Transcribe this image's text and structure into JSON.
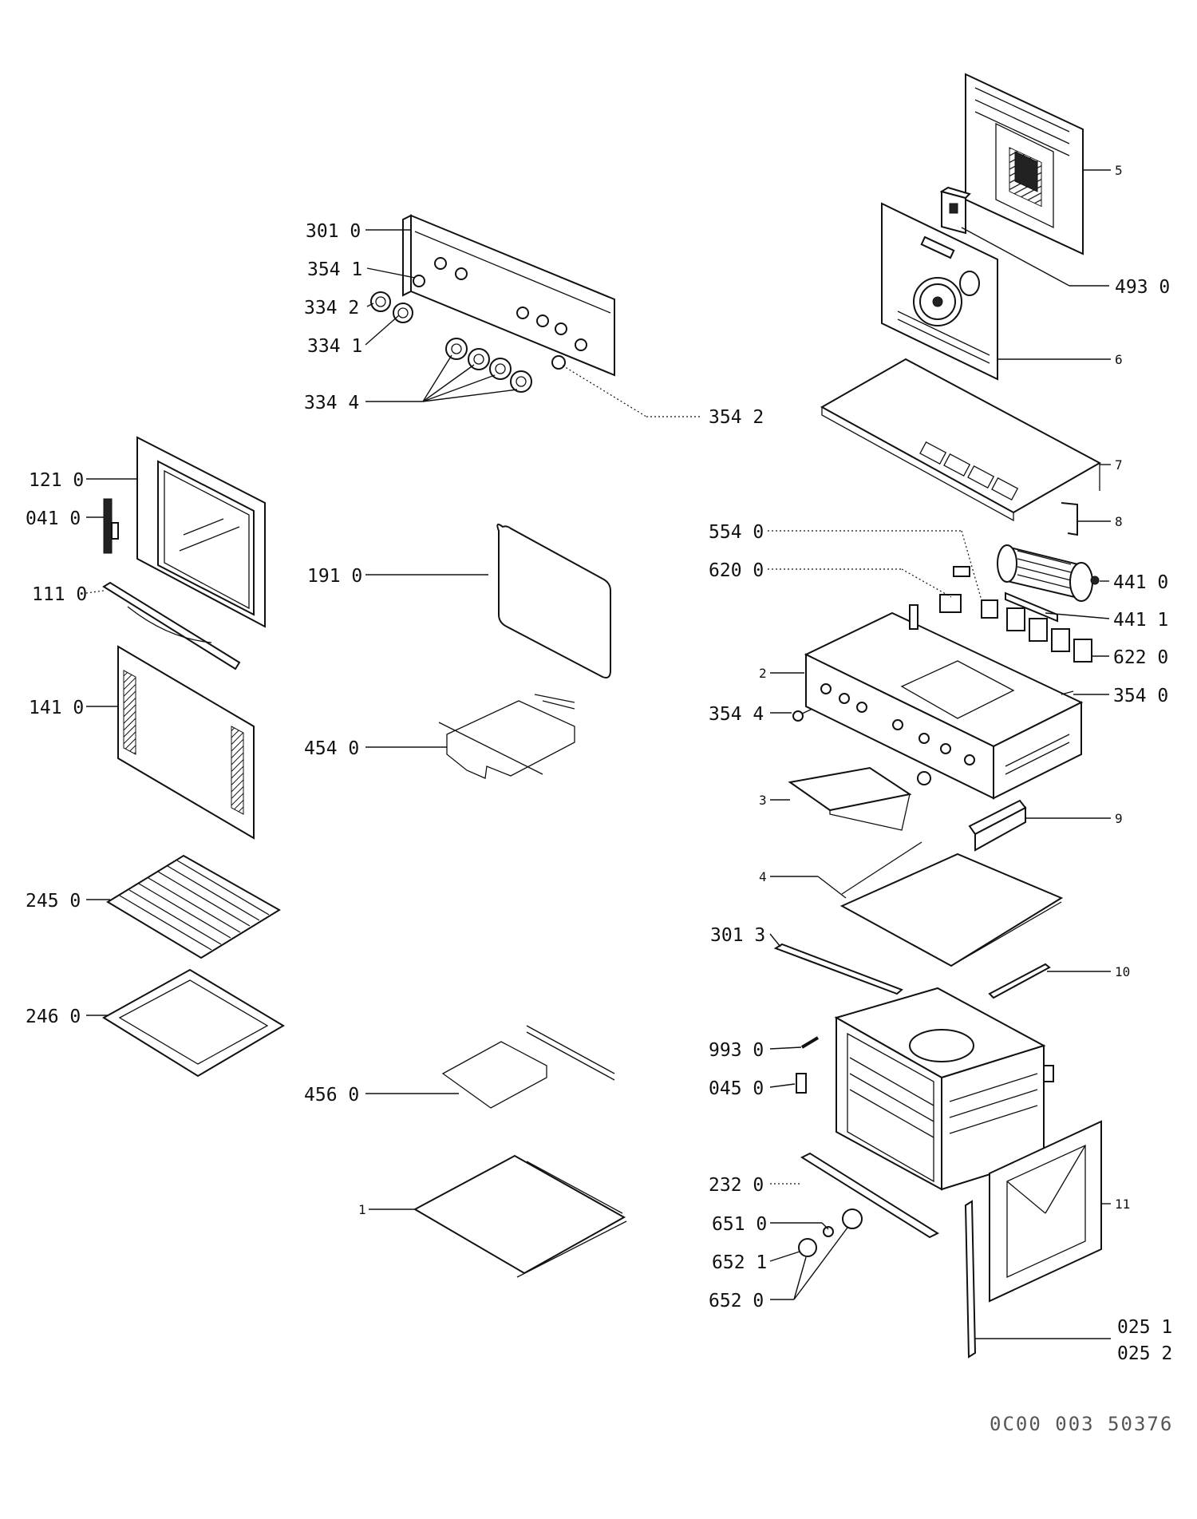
{
  "parts": [
    {
      "id": "p3010",
      "text": "301 0"
    },
    {
      "id": "p3541",
      "text": "354 1"
    },
    {
      "id": "p3342",
      "text": "334 2"
    },
    {
      "id": "p3341",
      "text": "334 1"
    },
    {
      "id": "p3344",
      "text": "334 4"
    },
    {
      "id": "p3542",
      "text": "354 2"
    },
    {
      "id": "p1210",
      "text": "121 0"
    },
    {
      "id": "p0410",
      "text": "041 0"
    },
    {
      "id": "p1110",
      "text": "111 0"
    },
    {
      "id": "p1410",
      "text": "141 0"
    },
    {
      "id": "p2450",
      "text": "245 0"
    },
    {
      "id": "p2460",
      "text": "246 0"
    },
    {
      "id": "p1910",
      "text": "191 0"
    },
    {
      "id": "p4540",
      "text": "454 0"
    },
    {
      "id": "p4560",
      "text": "456 0"
    },
    {
      "id": "p1",
      "text": "1"
    },
    {
      "id": "p5",
      "text": "5"
    },
    {
      "id": "p4930",
      "text": "493 0"
    },
    {
      "id": "p6",
      "text": "6"
    },
    {
      "id": "p7",
      "text": "7"
    },
    {
      "id": "p8",
      "text": "8"
    },
    {
      "id": "p5540",
      "text": "554 0"
    },
    {
      "id": "p6200",
      "text": "620 0"
    },
    {
      "id": "p4410",
      "text": "441 0"
    },
    {
      "id": "p4411",
      "text": "441 1"
    },
    {
      "id": "p6220",
      "text": "622 0"
    },
    {
      "id": "p2",
      "text": "2"
    },
    {
      "id": "p3544",
      "text": "354 4"
    },
    {
      "id": "p3540",
      "text": "354 0"
    },
    {
      "id": "p3",
      "text": "3"
    },
    {
      "id": "p9",
      "text": "9"
    },
    {
      "id": "p4",
      "text": "4"
    },
    {
      "id": "p3013",
      "text": "301 3"
    },
    {
      "id": "p10",
      "text": "10"
    },
    {
      "id": "p9930",
      "text": "993 0"
    },
    {
      "id": "p0450",
      "text": "045 0"
    },
    {
      "id": "p2320",
      "text": "232 0"
    },
    {
      "id": "p6510",
      "text": "651 0"
    },
    {
      "id": "p6521",
      "text": "652 1"
    },
    {
      "id": "p6520",
      "text": "652 0"
    },
    {
      "id": "p11",
      "text": "11"
    },
    {
      "id": "p0251",
      "text": "025 1"
    },
    {
      "id": "p0252",
      "text": "025 2"
    }
  ],
  "document_number": "0C00 003 50376"
}
